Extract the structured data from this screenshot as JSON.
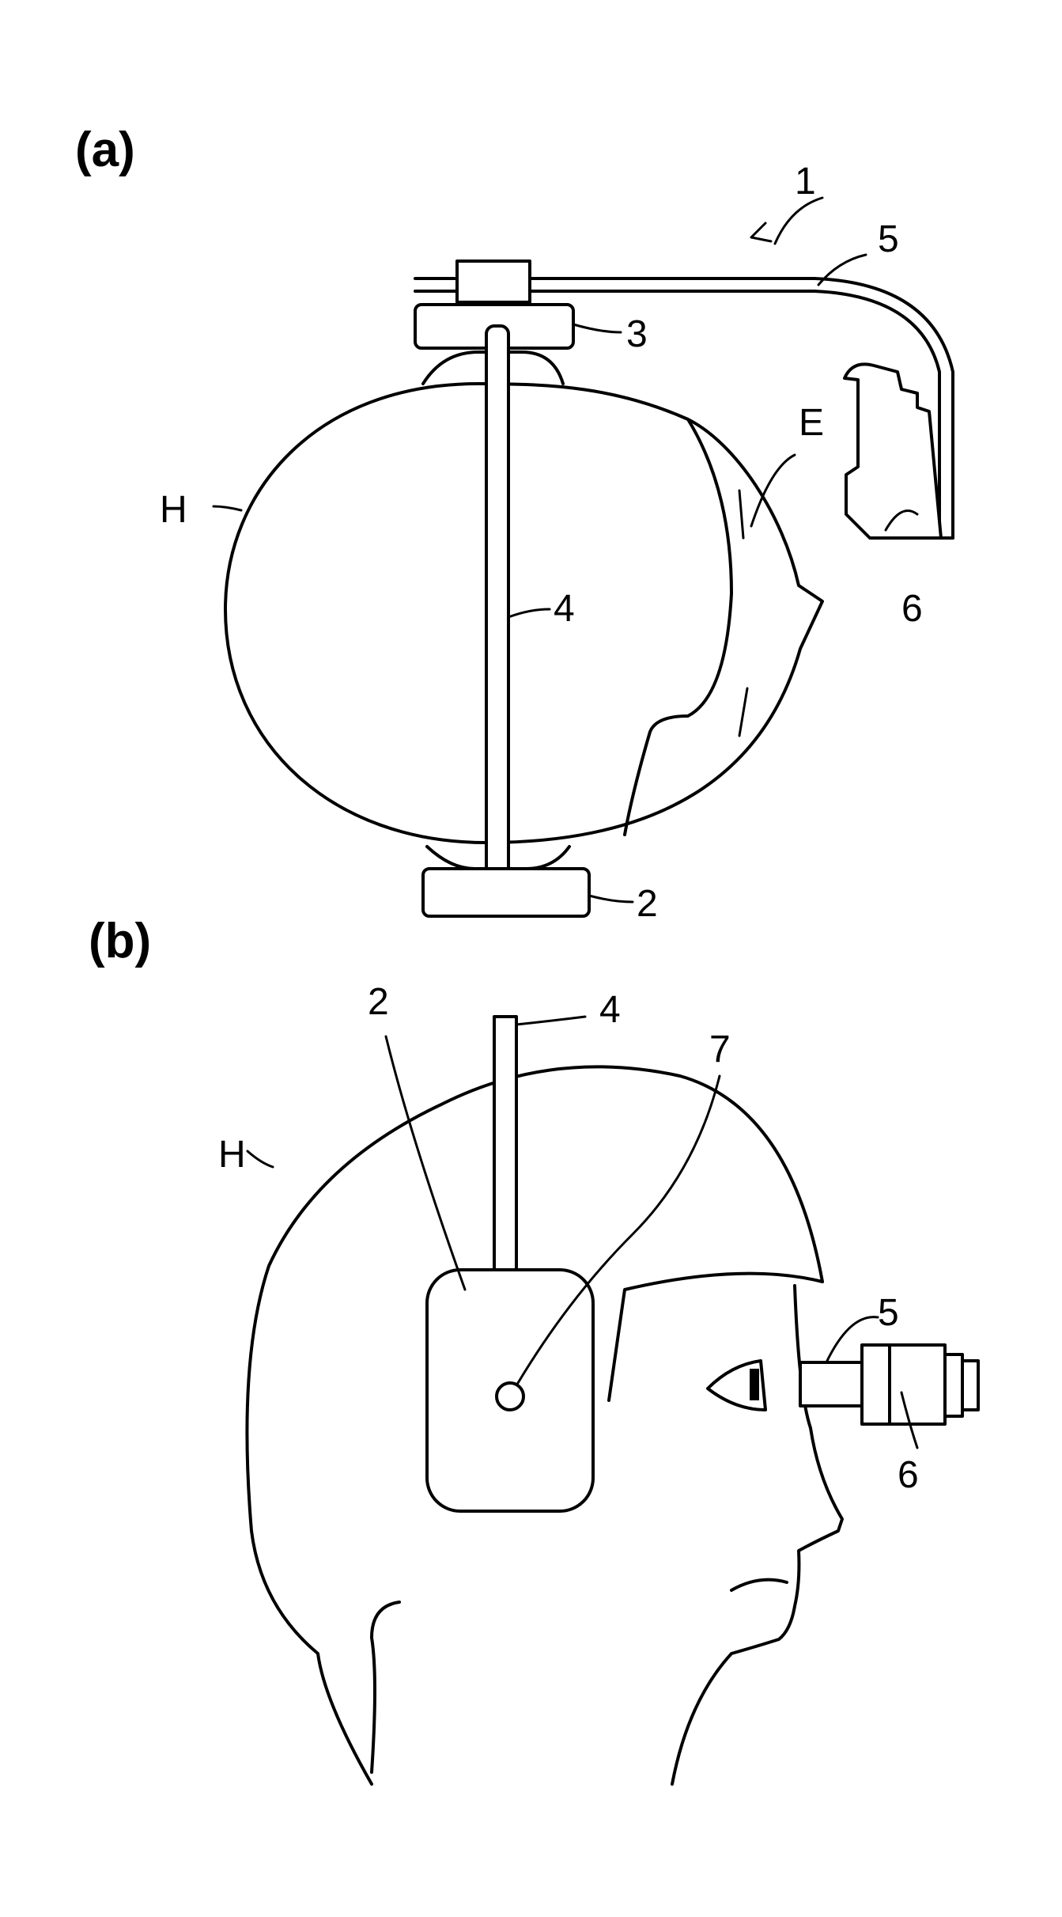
{
  "panels": {
    "a": {
      "label": "(a)",
      "refs": {
        "device": "1",
        "pad_bottom": "2",
        "pad_top": "3",
        "band": "4",
        "arm": "5",
        "display": "6",
        "head": "H",
        "eye": "E"
      }
    },
    "b": {
      "label": "(b)",
      "refs": {
        "pad": "2",
        "band": "4",
        "button": "7",
        "head": "H",
        "arm": "5",
        "display": "6"
      }
    }
  }
}
